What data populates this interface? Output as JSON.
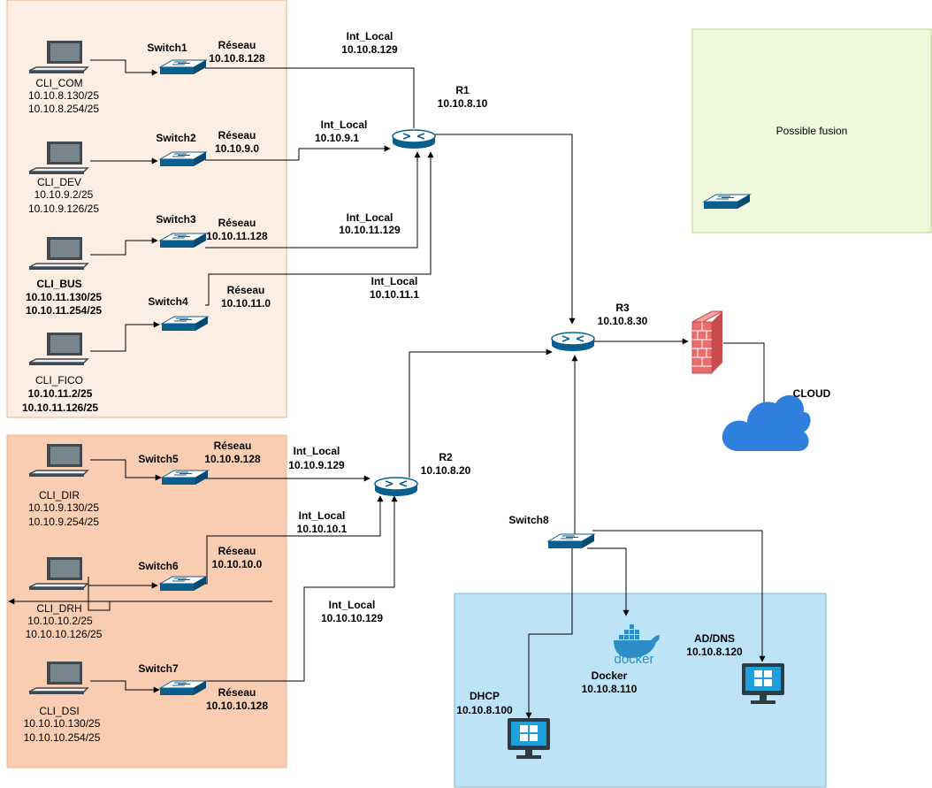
{
  "zones": {
    "top": {
      "fill": "#fdeee3",
      "stroke": "#e8b48e"
    },
    "bottom": {
      "fill": "#f9cdb2",
      "stroke": "#e8b48e"
    },
    "fusion": {
      "fill": "#eff8dc",
      "stroke": "#b8d48a",
      "label": "Possible fusion"
    },
    "servers": {
      "fill": "#bde3f6",
      "stroke": "#7fb6d6"
    }
  },
  "clients": [
    {
      "name": "CLI_COM",
      "ip1": "10.10.8.130/25",
      "ip2": "10.10.8.254/25"
    },
    {
      "name": "CLI_DEV",
      "ip1": "10.10.9.2/25",
      "ip2": "10.10.9.126/25"
    },
    {
      "name": "CLI_BUS",
      "ip1": "10.10.11.130/25",
      "ip2": "10.10.11.254/25"
    },
    {
      "name": "CLI_FICO",
      "ip1": "10.10.11.2/25",
      "ip2": "10.10.11.126/25"
    },
    {
      "name": "CLI_DIR",
      "ip1": "10.10.9.130/25",
      "ip2": "10.10.9.254/25"
    },
    {
      "name": "CLI_DRH",
      "ip1": "10.10.10.2/25",
      "ip2": "10.10.10.126/25"
    },
    {
      "name": "CLI_DSI",
      "ip1": "10.10.10.130/25",
      "ip2": "10.10.10.254/25"
    }
  ],
  "switches": [
    "Switch1",
    "Switch2",
    "Switch3",
    "Switch4",
    "Switch5",
    "Switch6",
    "Switch7",
    "Switch8"
  ],
  "reseaux": [
    {
      "label": "Réseau",
      "ip": "10.10.8.128"
    },
    {
      "label": "Réseau",
      "ip": "10.10.9.0"
    },
    {
      "label": "Réseau",
      "ip": "10.10.11.128"
    },
    {
      "label": "Réseau",
      "ip": "10.10.11.0"
    },
    {
      "label": "Réseau",
      "ip": "10.10.9.128"
    },
    {
      "label": "Réseau",
      "ip": "10.10.10.0"
    },
    {
      "label": "Réseau",
      "ip": "10.10.10.128"
    }
  ],
  "interfaces": [
    {
      "label": "Int_Local",
      "ip": "10.10.8.129"
    },
    {
      "label": "Int_Local",
      "ip": "10.10.9.1"
    },
    {
      "label": "Int_Local",
      "ip": "10.10.11.129"
    },
    {
      "label": "Int_Local",
      "ip": "10.10.11.1"
    },
    {
      "label": "Int_Local",
      "ip": "10.10.9.129"
    },
    {
      "label": "Int_Local",
      "ip": "10.10.10.1"
    },
    {
      "label": "Int_Local",
      "ip": "10.10.10.129"
    }
  ],
  "routers": [
    {
      "name": "R1",
      "ip": "10.10.8.10"
    },
    {
      "name": "R2",
      "ip": "10.10.8.20"
    },
    {
      "name": "R3",
      "ip": "10.10.8.30"
    }
  ],
  "cloud": {
    "label": "CLOUD",
    "color": "#2f7fdc"
  },
  "servers": [
    {
      "name": "DHCP",
      "ip": "10.10.8.100"
    },
    {
      "name": "Docker",
      "ip": "10.10.8.110",
      "logo_text": "docker"
    },
    {
      "name": "AD/DNS",
      "ip": "10.10.8.120"
    }
  ],
  "colors": {
    "device_blue": "#0b5f8f",
    "firewall_red": "#e96d6d",
    "laptop_gray": "#40494f",
    "docker_blue": "#2d8ec7",
    "windows_blue": "#1fa0db"
  }
}
